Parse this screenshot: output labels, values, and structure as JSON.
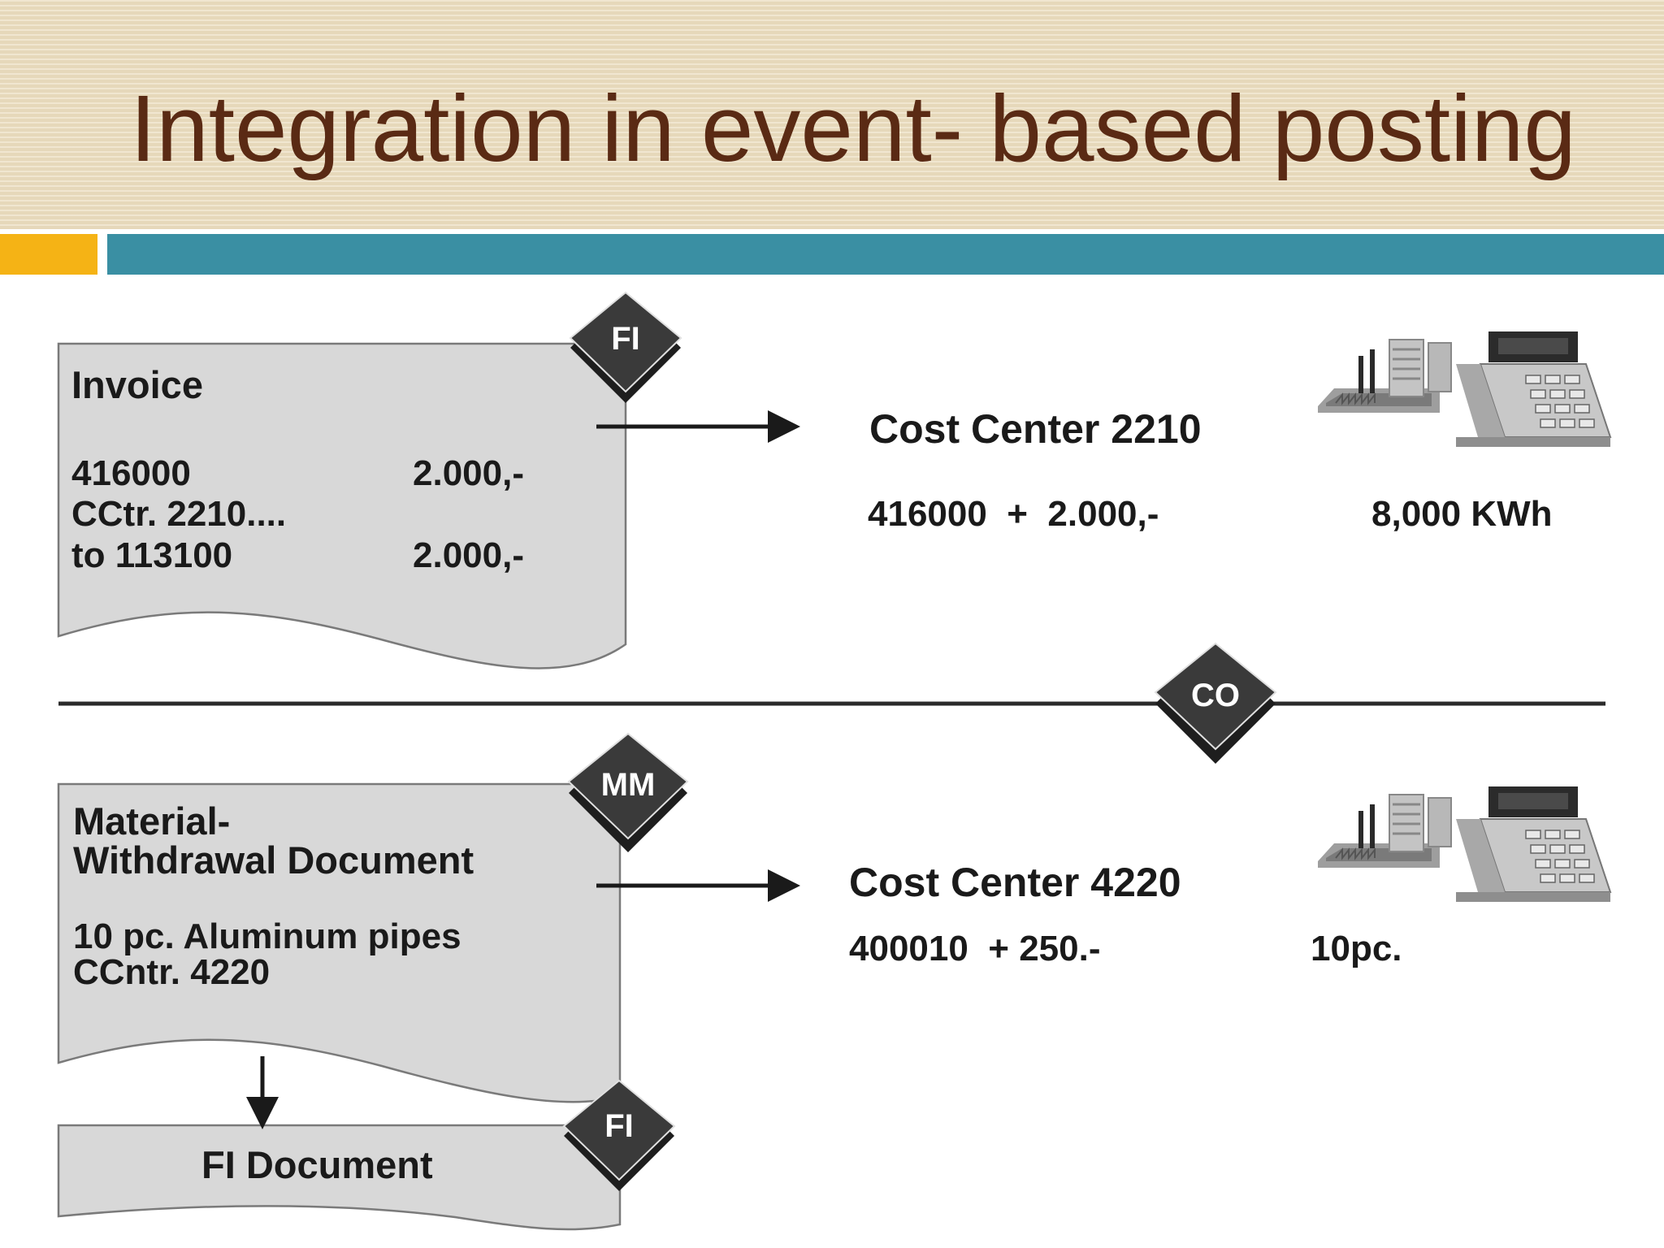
{
  "title": "Integration in event- based posting",
  "badges": {
    "fi_top": "FI",
    "co": "CO",
    "mm": "MM",
    "fi_bottom": "FI"
  },
  "invoice": {
    "heading": "Invoice",
    "line1_left": "416000",
    "line1_right": "2.000,-",
    "line2_left": "CCtr. 2210....",
    "line3_left": "to 113100",
    "line3_right": "2.000,-"
  },
  "cost_center_top": {
    "title": "Cost Center 2210",
    "posting": "416000  +  2.000,-",
    "quantity": "8,000 KWh"
  },
  "material_doc": {
    "heading_line1": "Material-",
    "heading_line2": "Withdrawal Document",
    "line1": "10 pc. Aluminum pipes",
    "line2": "CCntr. 4220"
  },
  "cost_center_bottom": {
    "title": "Cost Center 4220",
    "posting": "400010  + 250.-",
    "quantity": "10pc."
  },
  "fi_document": {
    "label": "FI Document"
  },
  "icons": {
    "factory_register_top": "factory-register-icon",
    "factory_register_bottom": "factory-register-icon"
  },
  "colors": {
    "title": "#5a2a14",
    "header_bg": "#ede0c4",
    "accent_orange": "#f5b315",
    "accent_teal": "#3a8fa3",
    "doc_fill": "#d8d8d8",
    "badge_fill": "#2b2b2b"
  }
}
